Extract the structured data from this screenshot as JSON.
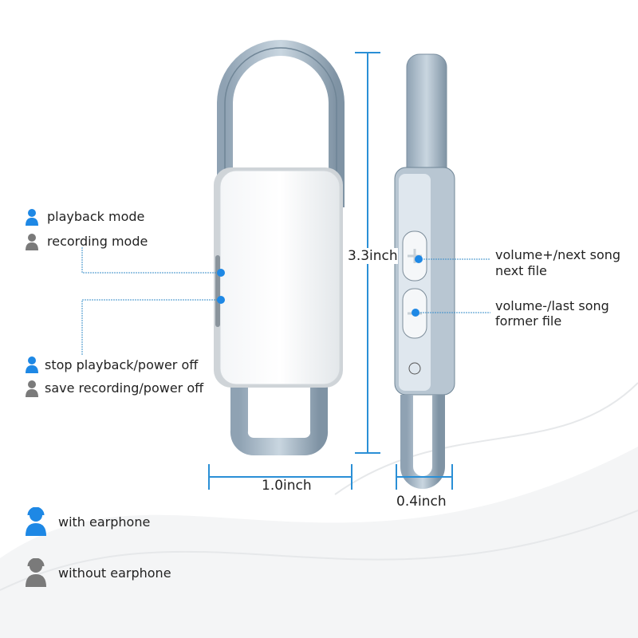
{
  "legend_top": [
    {
      "label": "playback mode",
      "icon": "person-headset-icon",
      "color": "#1e88e5"
    },
    {
      "label": "recording mode",
      "icon": "person-headset-icon",
      "color": "#7a7a7a"
    }
  ],
  "legend_bottom_left": [
    {
      "label": "stop playback/power off",
      "icon": "person-headset-icon",
      "color": "#1e88e5"
    },
    {
      "label": "save recording/power off",
      "icon": "person-headset-icon",
      "color": "#7a7a7a"
    }
  ],
  "right_labels": {
    "vol_up_line1": "volume+/next song",
    "vol_up_line2": "next file",
    "vol_down_line1": "volume-/last song",
    "vol_down_line2": "former file"
  },
  "dimensions": {
    "height": "3.3inch",
    "width": "1.0inch",
    "depth": "0.4inch"
  },
  "mode_legend": [
    {
      "label": "with earphone",
      "color": "#1e88e5"
    },
    {
      "label": "without earphone",
      "color": "#7a7a7a"
    }
  ],
  "colors": {
    "accent": "#1e88e5",
    "line": "#3a8fc9",
    "metal": "#9fb3c4"
  }
}
